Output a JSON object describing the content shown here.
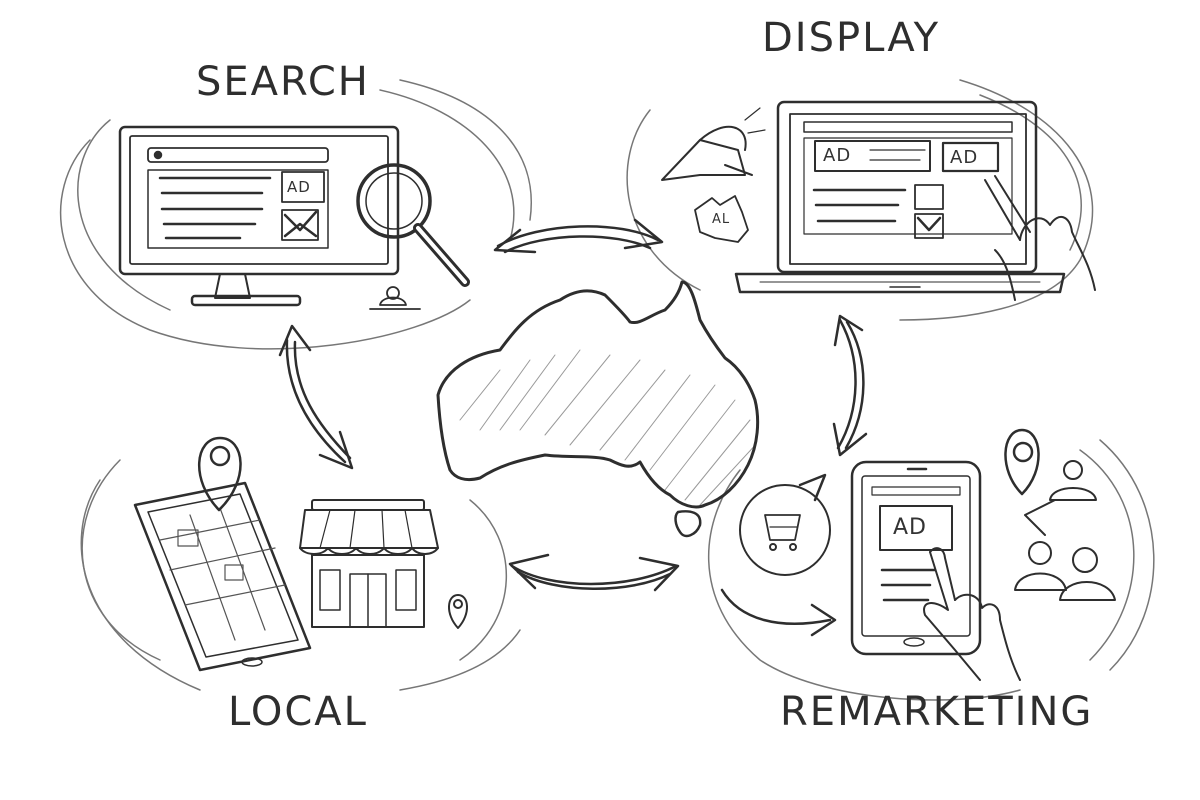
{
  "illustration": {
    "theme": "Digital advertising channels around Australia",
    "center": {
      "map": "australia-map"
    },
    "quadrants": [
      {
        "id": "search",
        "label": "SEARCH",
        "ad_text": "AD"
      },
      {
        "id": "display",
        "label": "DISPLAY",
        "ad_text": [
          "AD",
          "AD"
        ],
        "sticker_text": "AL"
      },
      {
        "id": "local",
        "label": "LOCAL"
      },
      {
        "id": "remarketing",
        "label": "REMARKETING",
        "ad_text": "AD"
      }
    ],
    "arrows": [
      "search-display",
      "display-remarketing",
      "remarketing-local",
      "local-search"
    ],
    "colors": {
      "ink": "#2e2e2e",
      "paper": "#ffffff",
      "hatch": "#8a8a8a"
    }
  }
}
